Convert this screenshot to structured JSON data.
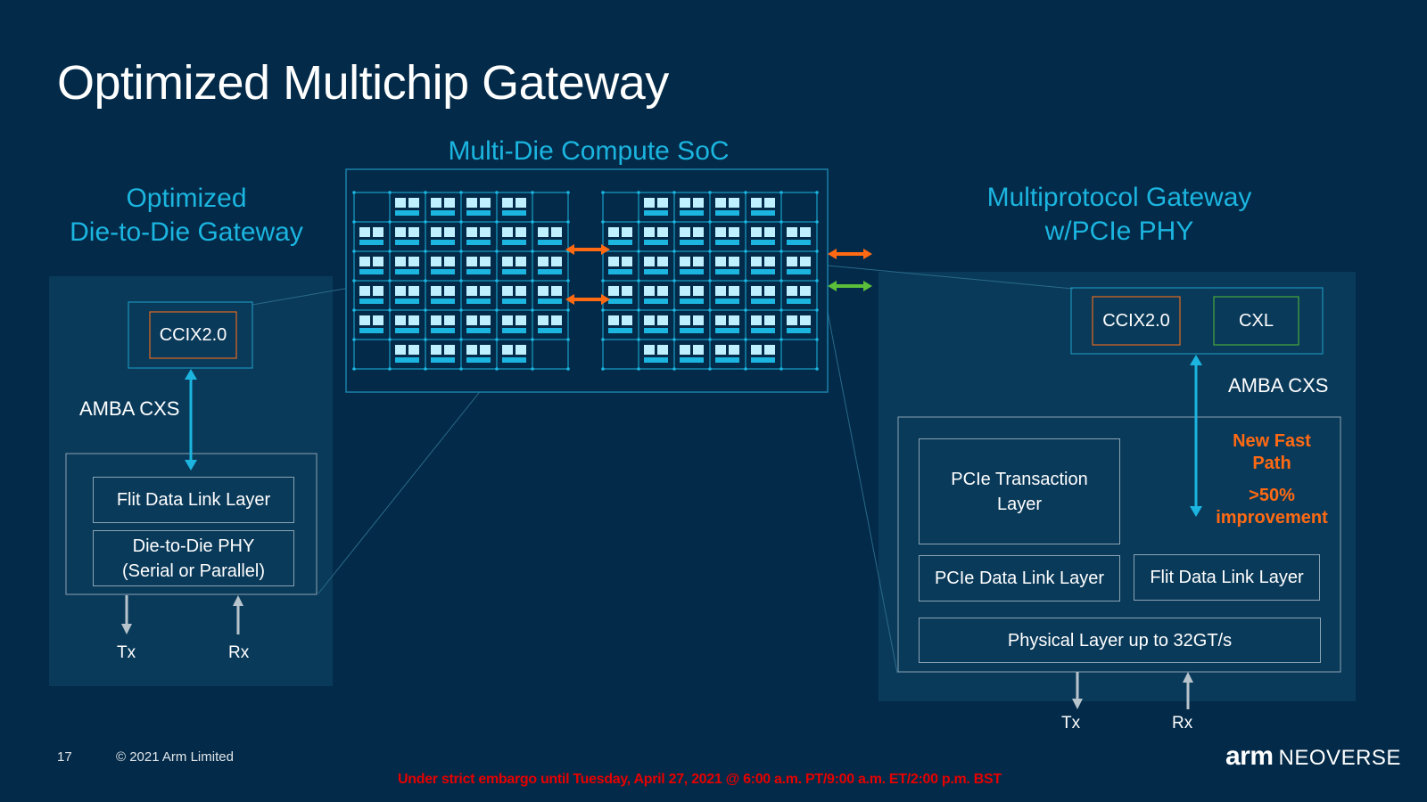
{
  "slide": {
    "title": "Optimized Multichip Gateway",
    "page_number": "17",
    "copyright": "© 2021 Arm Limited",
    "embargo": "Under strict embargo until Tuesday, April 27, 2021 @ 6:00 a.m. PT/9:00 a.m. ET/2:00 p.m. BST",
    "logo_arm": "arm",
    "logo_neoverse": "NEOVERSE"
  },
  "soc": {
    "title": "Multi-Die Compute SoC"
  },
  "left": {
    "title_line1": "Optimized",
    "title_line2": "Die-to-Die Gateway",
    "protocol": "CCIX2.0",
    "interface": "AMBA CXS",
    "layer1": "Flit Data Link Layer",
    "layer2_line1": "Die-to-Die PHY",
    "layer2_line2": "(Serial or Parallel)",
    "tx": "Tx",
    "rx": "Rx"
  },
  "right": {
    "title_line1": "Multiprotocol Gateway",
    "title_line2": "w/PCIe PHY",
    "protocol1": "CCIX2.0",
    "protocol2": "CXL",
    "interface": "AMBA CXS",
    "fast_path_line1": "New Fast",
    "fast_path_line2": "Path",
    "improvement_line1": ">50%",
    "improvement_line2": "improvement",
    "transaction_line1": "PCIe Transaction",
    "transaction_line2": "Layer",
    "pcie_dll": "PCIe Data Link Layer",
    "flit_dll": "Flit Data Link Layer",
    "physical": "Physical Layer up to 32GT/s",
    "tx": "Tx",
    "rx": "Rx"
  },
  "colors": {
    "background": "#032a48",
    "accent_cyan": "#1bb5e0",
    "orange": "#ff6a13",
    "green": "#5bbf3a",
    "embargo_red": "#e60000"
  }
}
